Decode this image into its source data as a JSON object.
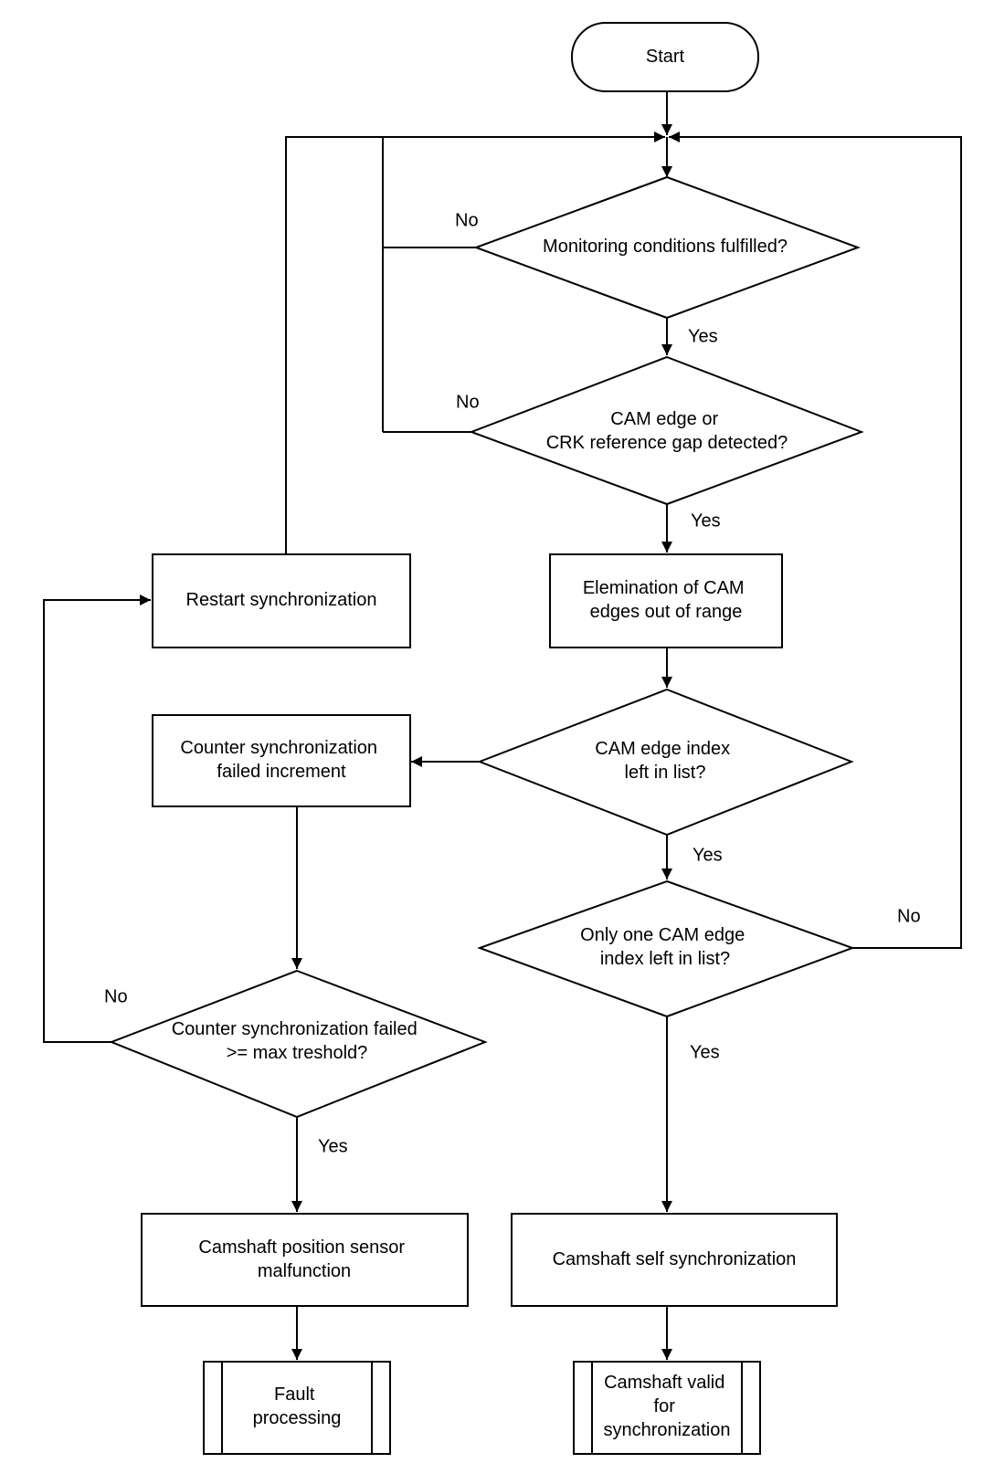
{
  "nodes": {
    "start": {
      "lines": [
        "Start"
      ]
    },
    "monitoring": {
      "lines": [
        "Monitoring conditions fulfilled?"
      ]
    },
    "cam_edge": {
      "lines": [
        "CAM edge or",
        "CRK reference gap detected?"
      ]
    },
    "elemination": {
      "lines": [
        "Elemination of CAM",
        "edges out of range"
      ]
    },
    "edge_index": {
      "lines": [
        "CAM edge index",
        "left in list?"
      ]
    },
    "only_one": {
      "lines": [
        "Only one CAM edge",
        "index left in list?"
      ]
    },
    "restart": {
      "lines": [
        "Restart synchronization"
      ]
    },
    "counter_inc": {
      "lines": [
        "Counter synchronization",
        "failed increment"
      ]
    },
    "counter_check": {
      "lines": [
        "Counter synchronization failed",
        ">= max treshold?"
      ]
    },
    "sensor_malfunction": {
      "lines": [
        "Camshaft position sensor",
        "malfunction"
      ]
    },
    "self_sync": {
      "lines": [
        "Camshaft self synchronization"
      ]
    },
    "fault": {
      "lines": [
        "Fault",
        "processing"
      ]
    },
    "valid": {
      "lines": [
        "Camshaft valid",
        "for",
        "synchronization"
      ]
    }
  },
  "edge_labels": {
    "monitoring_no": "No",
    "monitoring_yes": "Yes",
    "cam_edge_no": "No",
    "cam_edge_yes": "Yes",
    "edge_index_yes": "Yes",
    "only_one_no": "No",
    "only_one_yes": "Yes",
    "counter_no": "No",
    "counter_yes": "Yes"
  }
}
